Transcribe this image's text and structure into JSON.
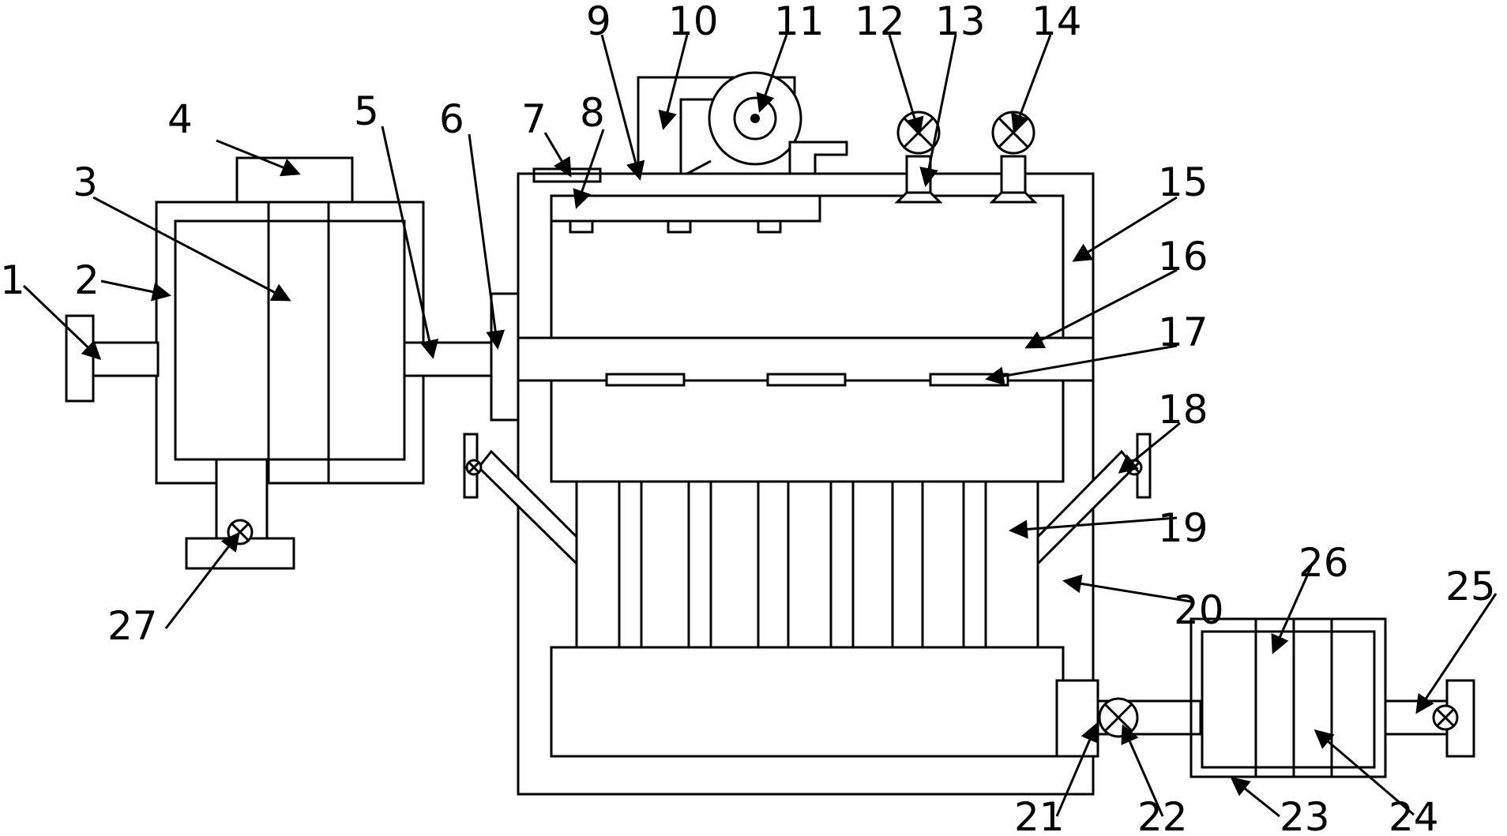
{
  "labels": [
    {
      "num": "1"
    },
    {
      "num": "2"
    },
    {
      "num": "3"
    },
    {
      "num": "4"
    },
    {
      "num": "5"
    },
    {
      "num": "6"
    },
    {
      "num": "7"
    },
    {
      "num": "8"
    },
    {
      "num": "9"
    },
    {
      "num": "10"
    },
    {
      "num": "11"
    },
    {
      "num": "12"
    },
    {
      "num": "13"
    },
    {
      "num": "14"
    },
    {
      "num": "15"
    },
    {
      "num": "16"
    },
    {
      "num": "17"
    },
    {
      "num": "18"
    },
    {
      "num": "19"
    },
    {
      "num": "20"
    },
    {
      "num": "21"
    },
    {
      "num": "22"
    },
    {
      "num": "23"
    },
    {
      "num": "24"
    },
    {
      "num": "25"
    },
    {
      "num": "26"
    },
    {
      "num": "27"
    }
  ]
}
